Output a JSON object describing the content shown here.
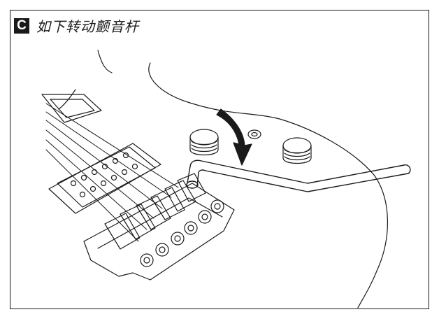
{
  "section": {
    "badge_letter": "C",
    "title": "如下转动颤音杆"
  },
  "colors": {
    "ink": "#1a1a1a",
    "background": "#ffffff"
  },
  "illustration": {
    "icons": [
      "guitar-body",
      "pickup",
      "knob",
      "tremolo-bridge",
      "tremolo-arm",
      "rotation-arrow"
    ]
  }
}
